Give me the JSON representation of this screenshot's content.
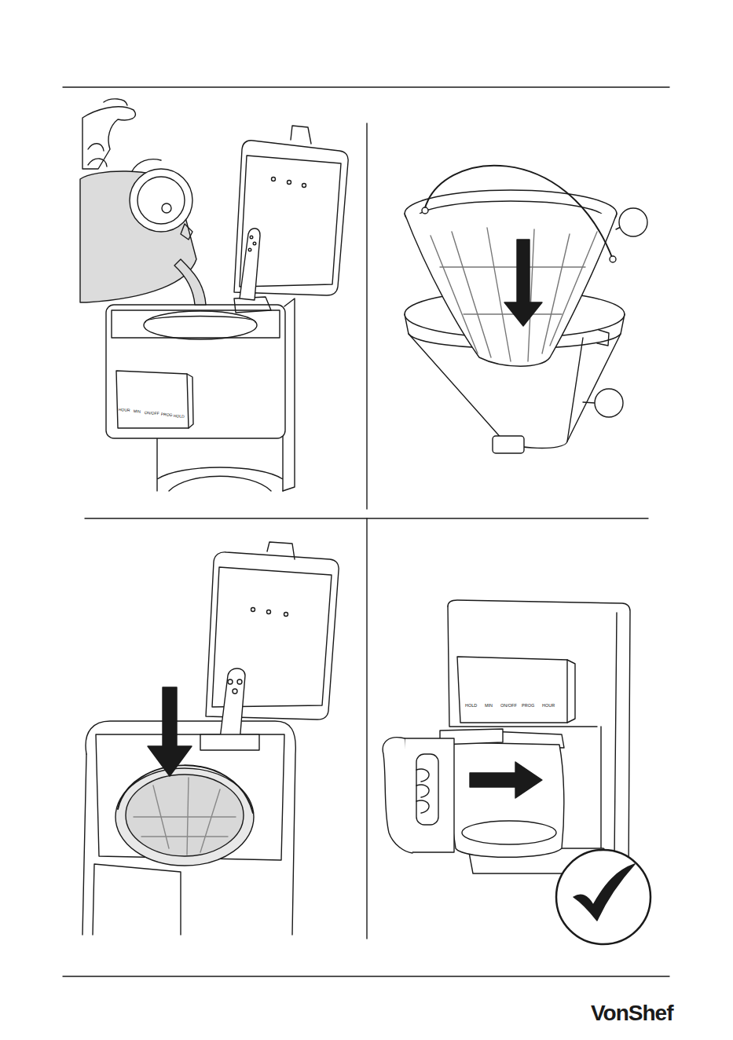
{
  "diagram": {
    "labels": [
      "HOUR",
      "MIN",
      "ON/OFF",
      "PROG",
      "HOLD",
      "HOLD",
      "MIN",
      "ON/OFF",
      "PROG",
      "HOUR",
      "VonShef"
    ]
  }
}
